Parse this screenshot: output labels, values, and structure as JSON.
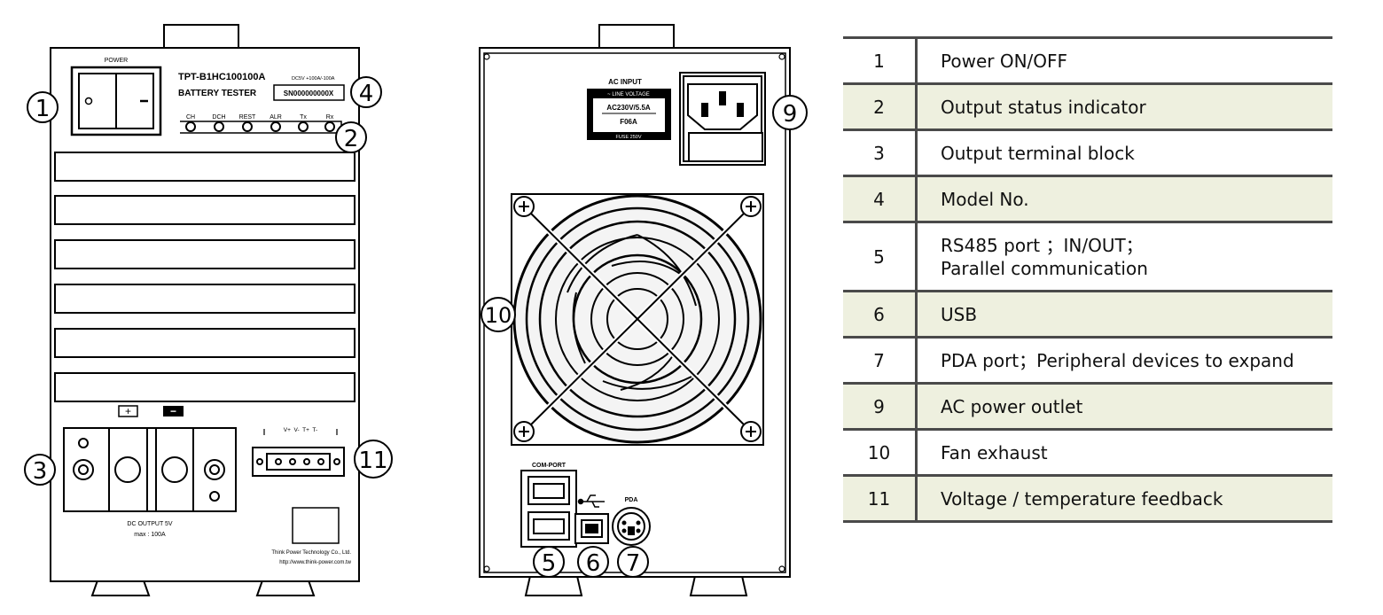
{
  "front_panel": {
    "power_label": "POWER",
    "model": "TPT-B1HC100100A",
    "product": "BATTERY TESTER",
    "rating": "DC5V +100A/-100A",
    "serial": "SN000000000X",
    "indicators": [
      "CH",
      "DCH",
      "REST",
      "ALR",
      "Tx",
      "Rx"
    ],
    "plus_label": "+",
    "minus_label": "−",
    "dc_output": "DC OUTPUT 5V",
    "dc_max": "max : 100A",
    "feedback_pins": "V+  V-  T+  T-",
    "company": "Think Power Technology Co., Ltd.",
    "website": "http://www.think-power.com.tw"
  },
  "rear_panel": {
    "ac_input": "AC INPUT",
    "line_voltage": "~ LINE VOLTAGE",
    "ac_rating": "AC230V/5.5A",
    "fuse_rating": "F06A",
    "fuse_label": "FUSE 250V",
    "com_port": "COM-PORT",
    "pda": "PDA"
  },
  "callouts": {
    "c1": "1",
    "c2": "2",
    "c3": "3",
    "c4": "4",
    "c5": "5",
    "c6": "6",
    "c7": "7",
    "c9": "9",
    "c10": "10",
    "c11": "11"
  },
  "legend": [
    {
      "num": "1",
      "lines": [
        "Power ON/OFF"
      ]
    },
    {
      "num": "2",
      "lines": [
        "Output status indicator"
      ]
    },
    {
      "num": "3",
      "lines": [
        "Output terminal block"
      ]
    },
    {
      "num": "4",
      "lines": [
        "Model No."
      ]
    },
    {
      "num": "5",
      "lines": [
        "RS485 port ；IN/OUT；",
        "Parallel communication"
      ]
    },
    {
      "num": "6",
      "lines": [
        "USB"
      ]
    },
    {
      "num": "7",
      "lines": [
        "PDA port；Peripheral devices to expand"
      ]
    },
    {
      "num": "9",
      "lines": [
        "AC power outlet"
      ]
    },
    {
      "num": "10",
      "lines": [
        "Fan exhaust"
      ]
    },
    {
      "num": "11",
      "lines": [
        "Voltage / temperature feedback"
      ]
    }
  ]
}
